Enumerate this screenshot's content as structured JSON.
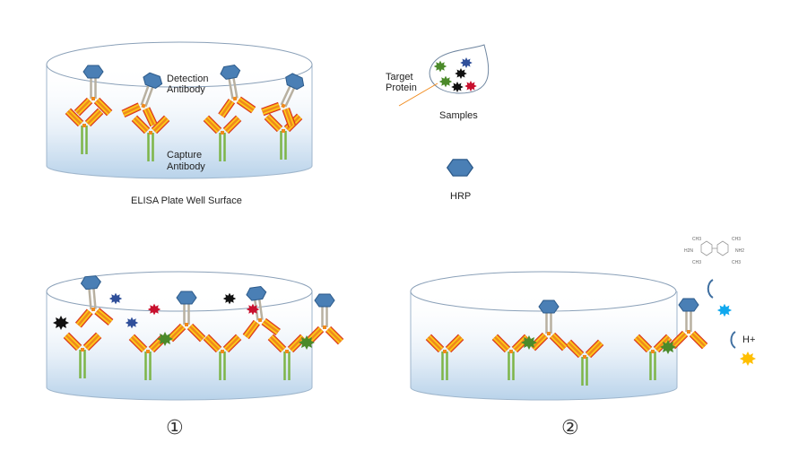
{
  "labels": {
    "detection_antibody": [
      "Detection",
      "Antibody"
    ],
    "capture_antibody": [
      "Capture",
      "Antibody"
    ],
    "plate_surface": "ELISA Plate Well Surface",
    "target_protein": [
      "Target",
      "Protein"
    ],
    "samples": "Samples",
    "hrp": "HRP",
    "proton": "H+",
    "step1": "①",
    "step2": "②",
    "chem_groups": [
      "CH3",
      "H2N",
      "CH3",
      "CH3",
      "NH2",
      "CH3"
    ]
  },
  "colors": {
    "hrp": "#4a7fb5",
    "capture_stem": "#7db548",
    "detection_stem": "#b8b0a0",
    "arm": "#f08a1c",
    "arm_inner": "#ffd21a",
    "arm_edge": "#d8321c",
    "well_fill": "#c7dcef",
    "star_green": "#4b8a2a",
    "star_blue": "#2f4f9a",
    "star_black": "#111111",
    "star_red": "#c8102e",
    "tmb_blue": "#10a8ee",
    "tmb_yellow": "#ffbf00",
    "arrow": "#3f6fa0"
  }
}
